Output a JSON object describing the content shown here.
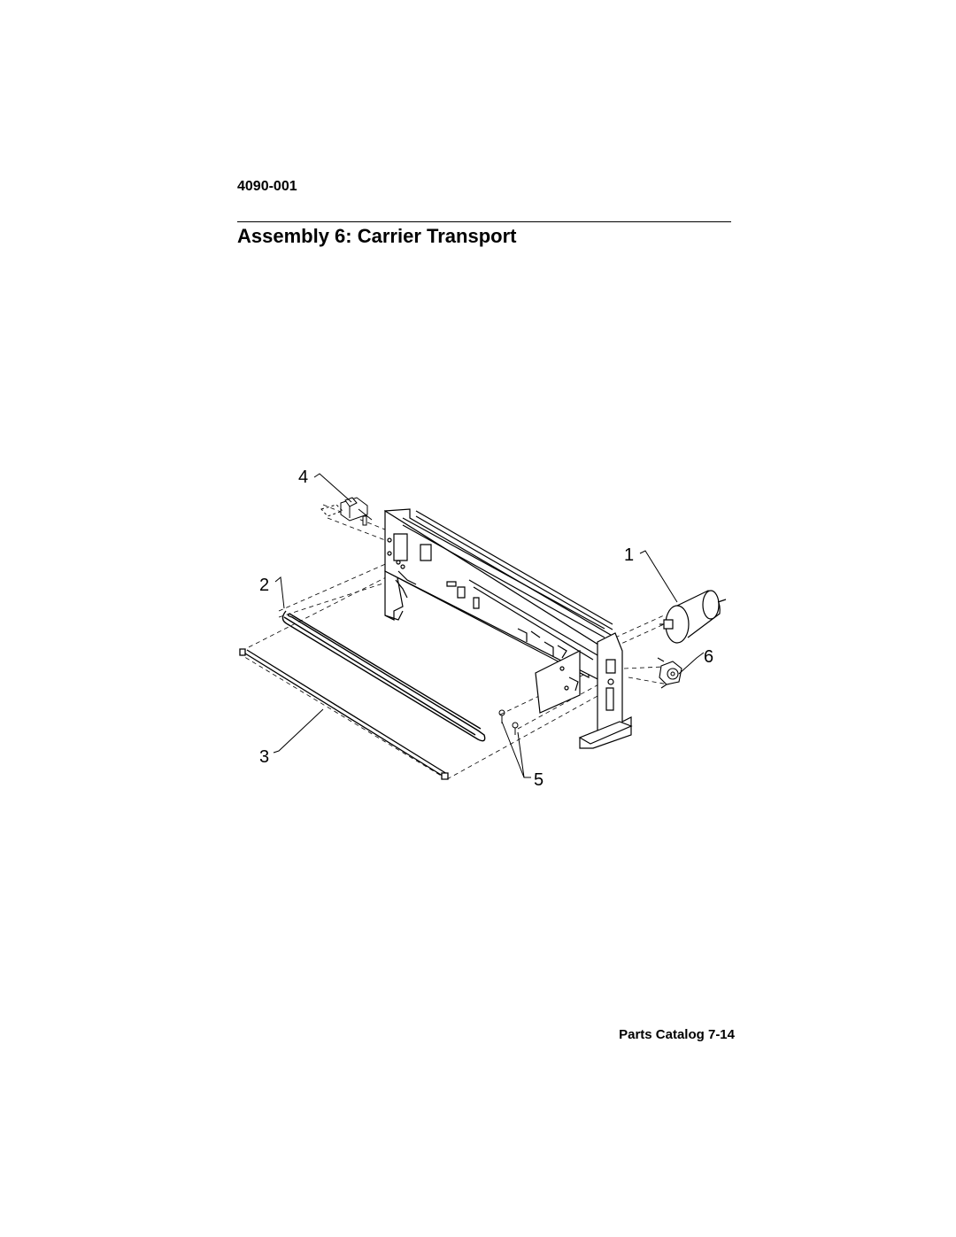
{
  "header": {
    "model_number": "4090-001"
  },
  "page": {
    "title": "Assembly 6: Carrier Transport"
  },
  "figure": {
    "callouts": {
      "c1": "1",
      "c2": "2",
      "c3": "3",
      "c4": "4",
      "c5": "5",
      "c6": "6"
    }
  },
  "footer": {
    "label": "Parts Catalog 7-14"
  }
}
